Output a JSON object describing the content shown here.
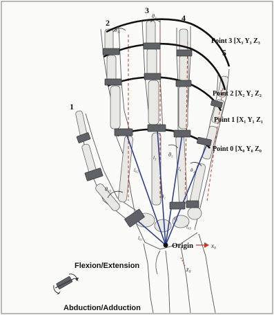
{
  "finger_numbers": [
    "1",
    "2",
    "3",
    "4",
    "5"
  ],
  "points": [
    {
      "label": "Point 3 [X₃ Y₃ Z₃"
    },
    {
      "label": "Point 2 [X₂ Y₂ Z₂"
    },
    {
      "label": "Point 1 [X₁ Y₁ Z₁"
    },
    {
      "label": "Point 0 [X₀ Y₀ Z₀"
    }
  ],
  "origin_label": "Origin",
  "axis_labels": {
    "x": "x₀",
    "z": "z₀"
  },
  "legend": {
    "flexion": "Flexion/Extension",
    "abduction": "Abduction/Adduction"
  },
  "angle_labels": [
    "θ₃₂",
    "θ₃",
    "θ₅",
    "θ₂₄",
    "θ₃₅",
    "θ₁"
  ],
  "length_labels": [
    "l₀₂",
    "l₃",
    "l₄",
    "l₀₁",
    "l₀₅",
    "r₃"
  ]
}
